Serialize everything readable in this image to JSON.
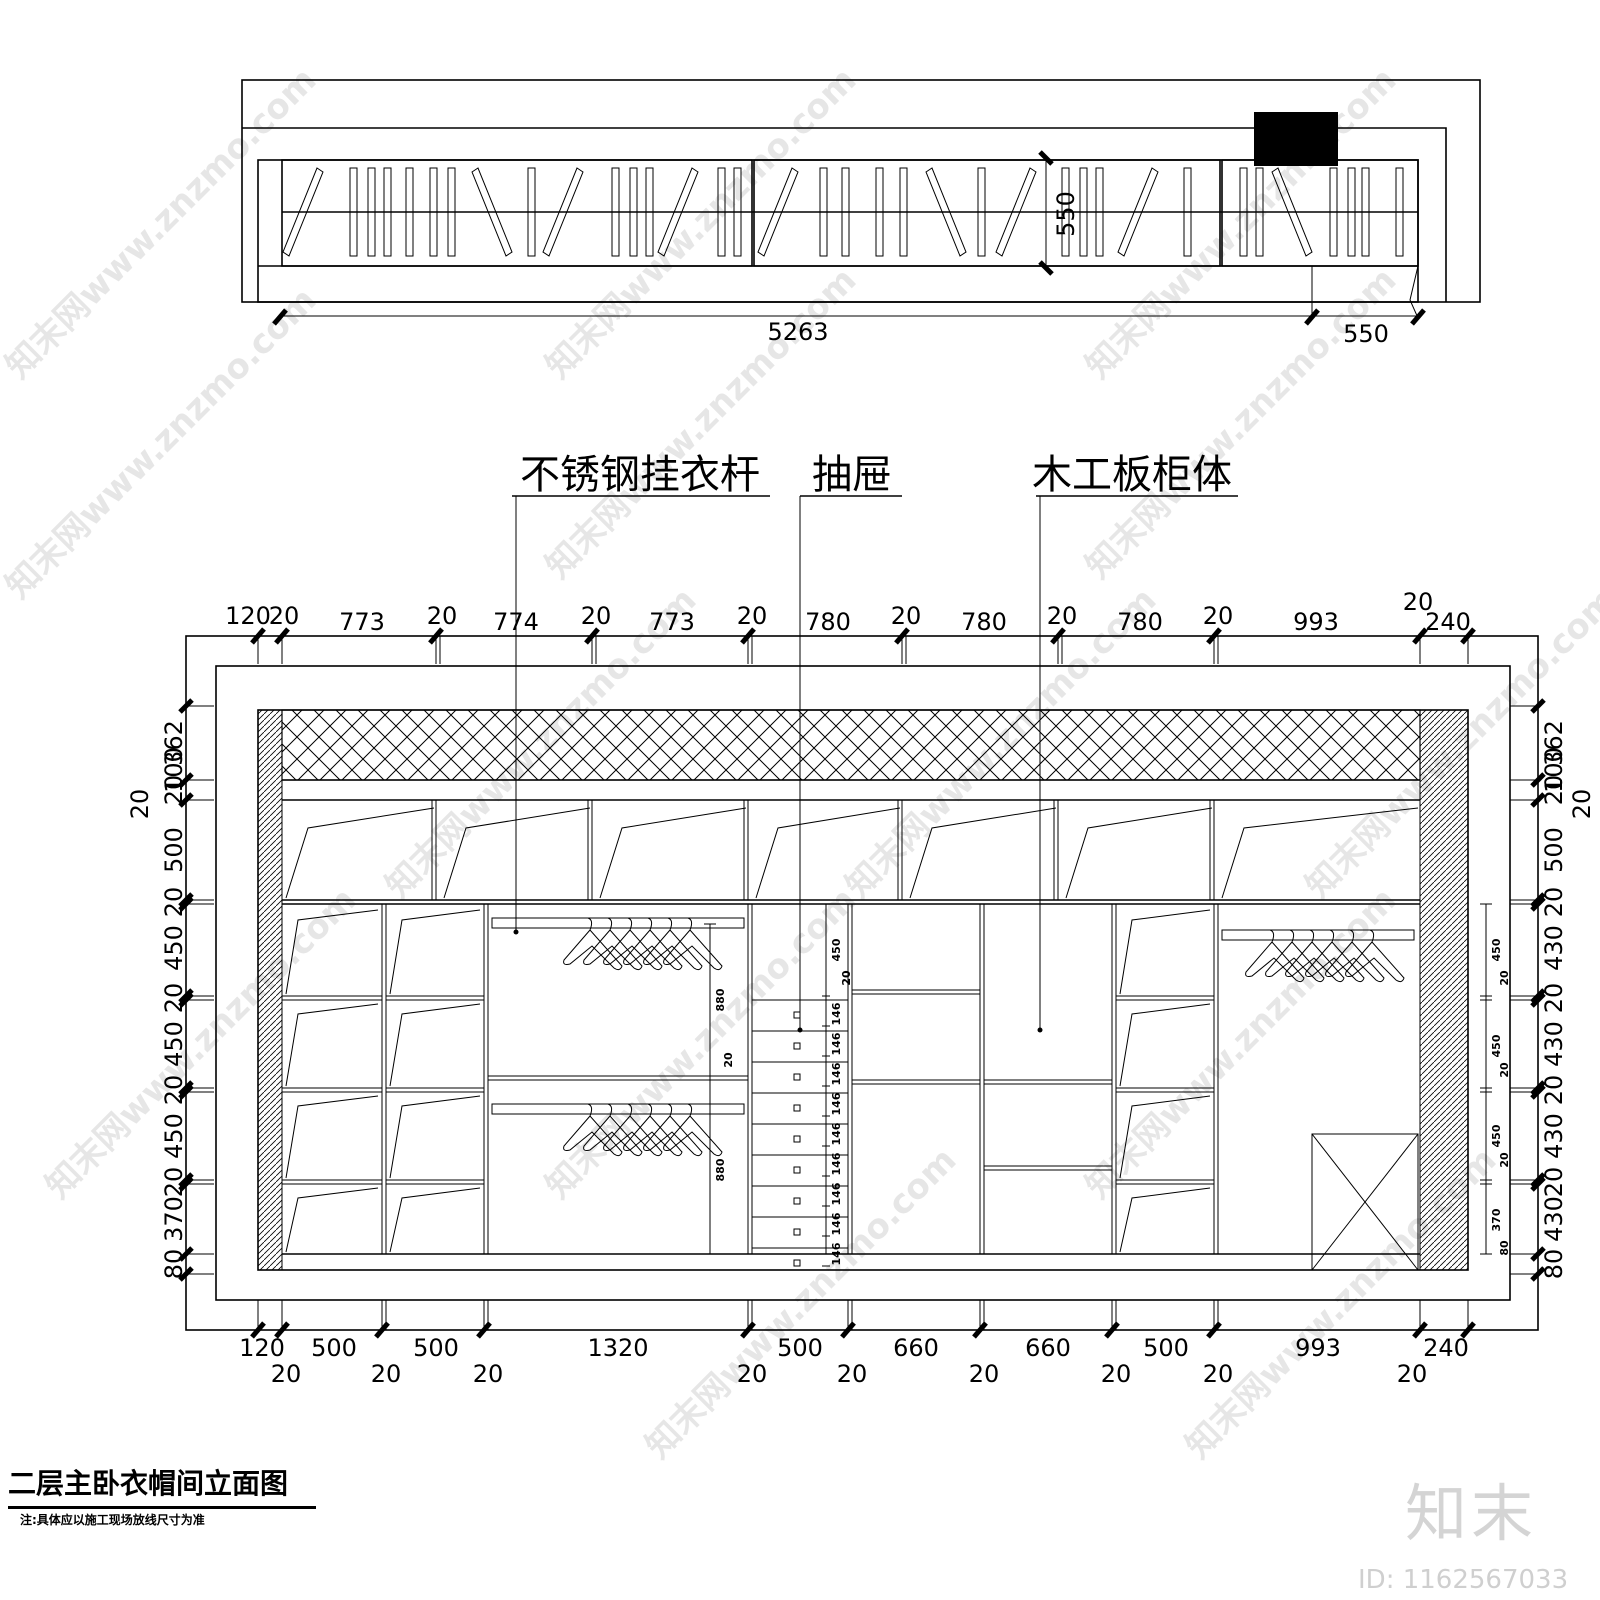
{
  "plan": {
    "depth_label": "550",
    "total_length_label": "5263",
    "side_depth_label": "550"
  },
  "callouts": {
    "rail_label": "不锈钢挂衣杆",
    "drawer_label": "抽屉",
    "carcass_label": "木工板柜体"
  },
  "elevation": {
    "top_dims": [
      "120",
      "20",
      "773",
      "20",
      "774",
      "20",
      "773",
      "20",
      "780",
      "20",
      "780",
      "20",
      "780",
      "20",
      "993",
      "20",
      "240"
    ],
    "bottom_dims_upper": [
      "120",
      "500",
      "500",
      "1320",
      "500",
      "660",
      "660",
      "500",
      "993",
      "240"
    ],
    "bottom_dims_lower": [
      "20",
      "20",
      "20",
      "20",
      "20",
      "20",
      "20",
      "20",
      "20"
    ],
    "left_dims": [
      "362",
      "100",
      "20",
      "500",
      "20",
      "450",
      "20",
      "450",
      "20",
      "450",
      "20",
      "370",
      "80"
    ],
    "right_dims": [
      "362",
      "100",
      "20",
      "500",
      "20",
      "430",
      "20",
      "430",
      "20",
      "430",
      "20",
      "430",
      "80"
    ],
    "drawer_dims": [
      "146",
      "146",
      "146",
      "146",
      "146",
      "146",
      "146",
      "146",
      "146"
    ],
    "small_dims": {
      "rail_top_height": "880",
      "rail_bottom_height": "880",
      "rail_gap": "20",
      "drawer_top_450": "450",
      "drawer_top_20": "20",
      "right_col_450_a": "450",
      "right_col_20_a": "20",
      "right_col_450_b": "450",
      "right_col_20_b": "20",
      "right_col_450_c": "450",
      "right_col_20_c": "20",
      "right_col_370": "370",
      "right_col_80": "80"
    }
  },
  "title": {
    "main": "二层主卧衣帽间立面图",
    "note": "注:具体应以施工现场放线尺寸为准"
  },
  "watermark": {
    "text": "知末网www.znzmo.com",
    "logo": "知末",
    "id_label": "ID: 1162567033"
  },
  "colors": {
    "line": "#000000",
    "watermark": "#e6e6e6",
    "background": "#ffffff"
  }
}
